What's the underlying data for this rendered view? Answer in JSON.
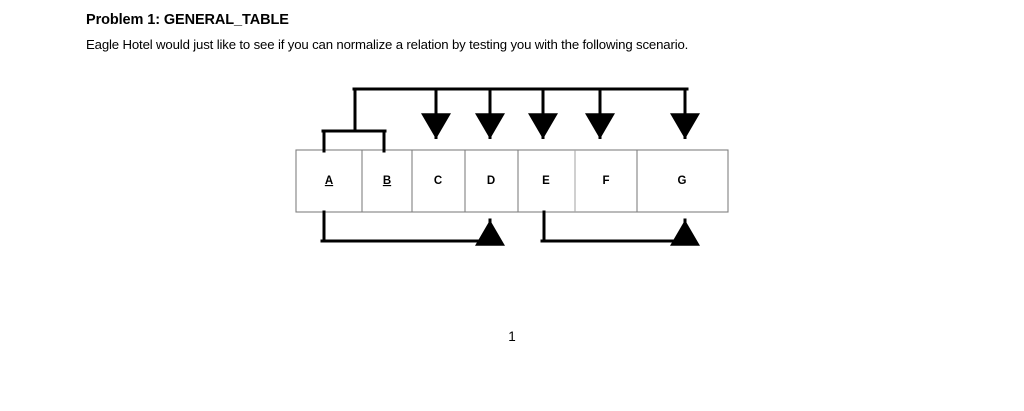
{
  "document": {
    "title": "Problem 1: GENERAL_TABLE",
    "description": "Eagle Hotel would just like to see if you can normalize a relation by testing you with the following scenario.",
    "page_number": "1"
  },
  "relation": {
    "name": "GENERAL_TABLE",
    "attributes": [
      {
        "label": "A",
        "underlined": true,
        "key": true
      },
      {
        "label": "B",
        "underlined": true,
        "key": true
      },
      {
        "label": "C",
        "underlined": false,
        "key": false
      },
      {
        "label": "D",
        "underlined": false,
        "key": false
      },
      {
        "label": "E",
        "underlined": false,
        "key": false
      },
      {
        "label": "F",
        "underlined": false,
        "key": false
      },
      {
        "label": "G",
        "underlined": false,
        "key": false
      }
    ]
  },
  "dependencies": {
    "above": [
      {
        "from": [
          "A",
          "B"
        ],
        "to": "C"
      },
      {
        "from": [
          "A",
          "B"
        ],
        "to": "D"
      },
      {
        "from": [
          "A",
          "B"
        ],
        "to": "E"
      },
      {
        "from": [
          "A",
          "B"
        ],
        "to": "F"
      },
      {
        "from": [
          "A",
          "B"
        ],
        "to": "G"
      }
    ],
    "below": [
      {
        "from": "A",
        "to": "D"
      },
      {
        "from": "E",
        "to": "G"
      }
    ]
  },
  "colors": {
    "ink": "#000000",
    "cell_border": "#808080",
    "page_background": "#ffffff"
  }
}
